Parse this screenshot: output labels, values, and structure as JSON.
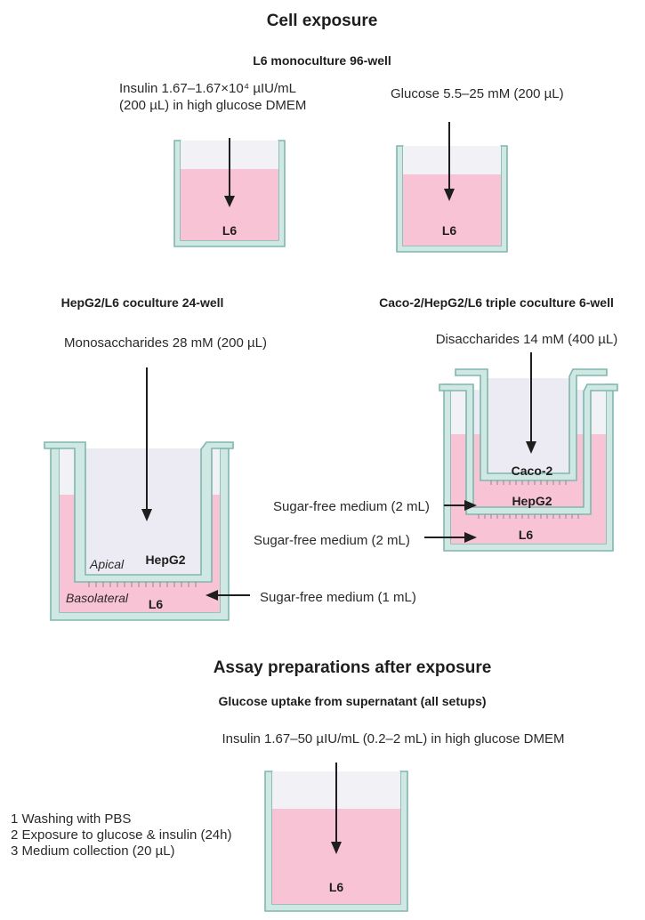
{
  "section1": {
    "title": "Cell exposure",
    "monoculture": {
      "title": "L6 monoculture 96-well",
      "left_label_line1": "Insulin 1.67–1.67×10⁴ µIU/mL",
      "left_label_line2": "(200 µL) in high glucose DMEM",
      "right_label": "Glucose 5.5–25 mM (200 µL)",
      "left_cell": "L6",
      "right_cell": "L6"
    },
    "coculture": {
      "title": "HepG2/L6 coculture 24-well",
      "label": "Monosaccharides 28 mM (200 µL)",
      "apical": "Apical",
      "basolateral": "Basolateral",
      "insert_cell": "HepG2",
      "bottom_cell": "L6",
      "side_label": "Sugar-free medium (1 mL)"
    },
    "triple": {
      "title": "Caco-2/HepG2/L6 triple coculture 6-well",
      "label": "Disaccharides 14 mM (400 µL)",
      "top_cell": "Caco-2",
      "middle_cell": "HepG2",
      "bottom_cell": "L6",
      "middle_medium": "Sugar-free medium (2 mL)",
      "bottom_medium": "Sugar-free medium (2 mL)"
    }
  },
  "section2": {
    "title": "Assay preparations after exposure",
    "subtitle": "Glucose uptake from supernatant (all setups)",
    "label": "Insulin 1.67–50 µIU/mL (0.2–2 mL) in high glucose DMEM",
    "steps": [
      "1 Washing with PBS",
      "2 Exposure to glucose & insulin (24h)",
      "3 Medium collection (20 µL)"
    ],
    "cell": "L6"
  },
  "colors": {
    "medium": "#f9c3d6",
    "wall": "#cfe8e4",
    "wall_stroke": "#7fb7ad"
  }
}
